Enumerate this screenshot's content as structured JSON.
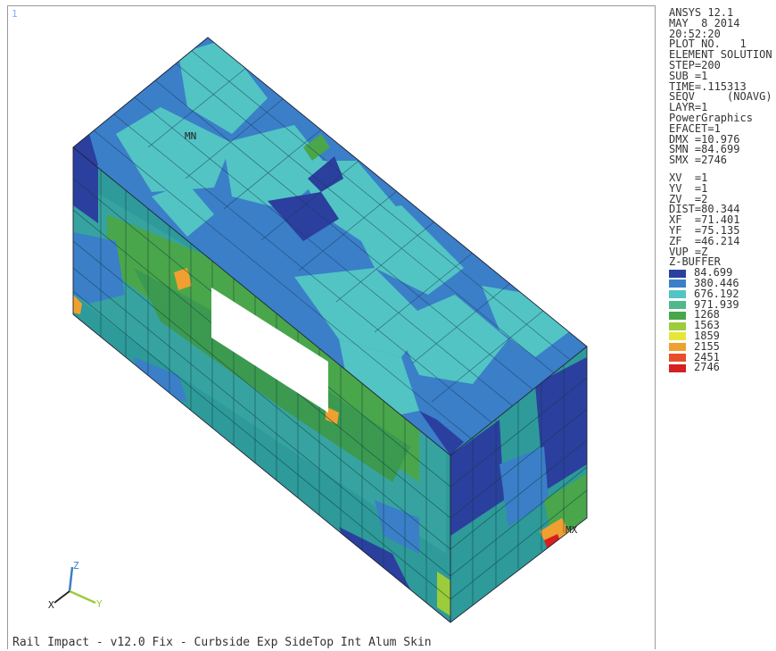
{
  "window_number": "1",
  "model_labels": {
    "min": "MN",
    "max": "MX"
  },
  "info": {
    "lines_a": [
      "ANSYS 12.1",
      "MAY  8 2014",
      "20:52:20",
      "PLOT NO.   1",
      "ELEMENT SOLUTION",
      "STEP=200",
      "SUB =1",
      "TIME=.115313",
      "SEQV     (NOAVG)",
      "LAYR=1",
      "PowerGraphics",
      "EFACET=1",
      "DMX =10.976",
      "SMN =84.699",
      "SMX =2746"
    ],
    "lines_b": [
      "XV  =1",
      "YV  =1",
      "ZV  =2",
      "DIST=80.344",
      "XF  =71.401",
      "YF  =75.135",
      "ZF  =46.214",
      "VUP =Z",
      "Z-BUFFER"
    ]
  },
  "legend": [
    {
      "value": "84.699",
      "color": "#2b3f9e"
    },
    {
      "value": "380.446",
      "color": "#3a7fc8"
    },
    {
      "value": "676.192",
      "color": "#52c4c4"
    },
    {
      "value": "971.939",
      "color": "#4fb88c"
    },
    {
      "value": "1268",
      "color": "#4aa64a"
    },
    {
      "value": "1563",
      "color": "#9ccc3a"
    },
    {
      "value": "1859",
      "color": "#e6e63a"
    },
    {
      "value": "2155",
      "color": "#f0a030"
    },
    {
      "value": "2451",
      "color": "#e84e2a"
    },
    {
      "value": "2746",
      "color": "#d42020"
    }
  ],
  "triad": {
    "z": "Z",
    "x": "X",
    "y": "Y"
  },
  "title": "Rail Impact - v12.0 Fix - Curbside Exp SideTop Int Alum Skin"
}
